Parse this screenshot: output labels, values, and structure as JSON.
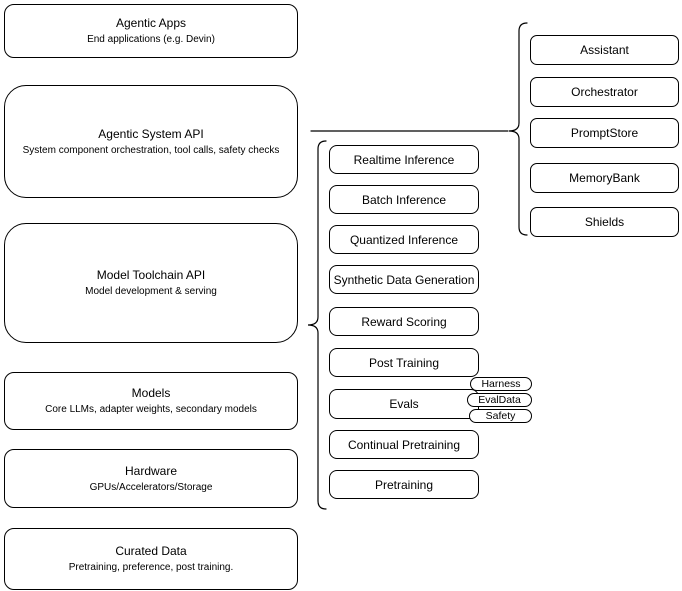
{
  "diagram_title": "Agentic system stack diagram",
  "stack": [
    {
      "id": "agentic-apps",
      "title": "Agentic Apps",
      "subtitle": "End applications (e.g. Devin)"
    },
    {
      "id": "agentic-system-api",
      "title": "Agentic System API",
      "subtitle": "System component orchestration, tool calls, safety checks"
    },
    {
      "id": "model-toolchain-api",
      "title": "Model Toolchain API",
      "subtitle": "Model development & serving"
    },
    {
      "id": "models",
      "title": "Models",
      "subtitle": "Core LLMs, adapter weights, secondary models"
    },
    {
      "id": "hardware",
      "title": "Hardware",
      "subtitle": "GPUs/Accelerators/Storage"
    },
    {
      "id": "curated-data",
      "title": "Curated Data",
      "subtitle": "Pretraining, preference, post training."
    }
  ],
  "toolchain_items": [
    {
      "label": "Realtime Inference"
    },
    {
      "label": "Batch Inference"
    },
    {
      "label": "Quantized Inference"
    },
    {
      "label": "Synthetic Data Generation"
    },
    {
      "label": "Reward Scoring"
    },
    {
      "label": "Post Training"
    },
    {
      "label": "Evals"
    },
    {
      "label": "Continual Pretraining"
    },
    {
      "label": "Pretraining"
    }
  ],
  "eval_pills": [
    {
      "label": "Harness"
    },
    {
      "label": "EvalData"
    },
    {
      "label": "Safety"
    }
  ],
  "system_components": [
    {
      "label": "Assistant"
    },
    {
      "label": "Orchestrator"
    },
    {
      "label": "PromptStore"
    },
    {
      "label": "MemoryBank"
    },
    {
      "label": "Shields"
    }
  ],
  "colors": {
    "stroke": "#000000",
    "background": "#ffffff",
    "text": "#000000"
  }
}
